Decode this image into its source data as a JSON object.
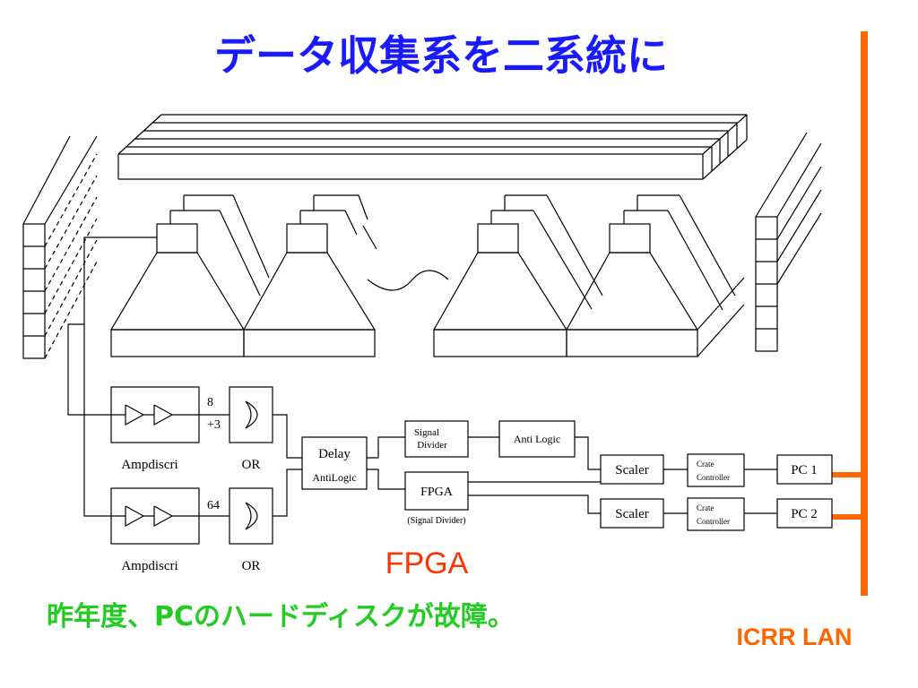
{
  "title": "データ収集系を二系統に",
  "note": "昨年度、PCのハードディスクが故障。",
  "fpga_callout": "FPGA",
  "lan_label": "ICRR LAN",
  "colors": {
    "title": "#1a1aff",
    "note": "#22cc22",
    "accent": "#ff6600",
    "fpga_callout": "#ff3300",
    "line": "#000000"
  },
  "blocks": {
    "ampdiscri_1": "Ampdiscri",
    "ampdiscri_2": "Ampdiscri",
    "or_1": "OR",
    "or_2": "OR",
    "count_top_1": "8",
    "count_top_2": "+3",
    "count_bottom": "64",
    "delay_line1": "Delay",
    "delay_line2": "AntiLogic",
    "signal_divider_line1": "Signal",
    "signal_divider_line2": "Divider",
    "anti_logic": "Anti Logic",
    "fpga_box": "FPGA",
    "fpga_caption": "(Signal Divider)",
    "scaler_1": "Scaler",
    "scaler_2": "Scaler",
    "crate_1_line1": "Crate",
    "crate_1_line2": "Controller",
    "crate_2_line1": "Crate",
    "crate_2_line2": "Controller",
    "pc_1": "PC 1",
    "pc_2": "PC 2"
  }
}
